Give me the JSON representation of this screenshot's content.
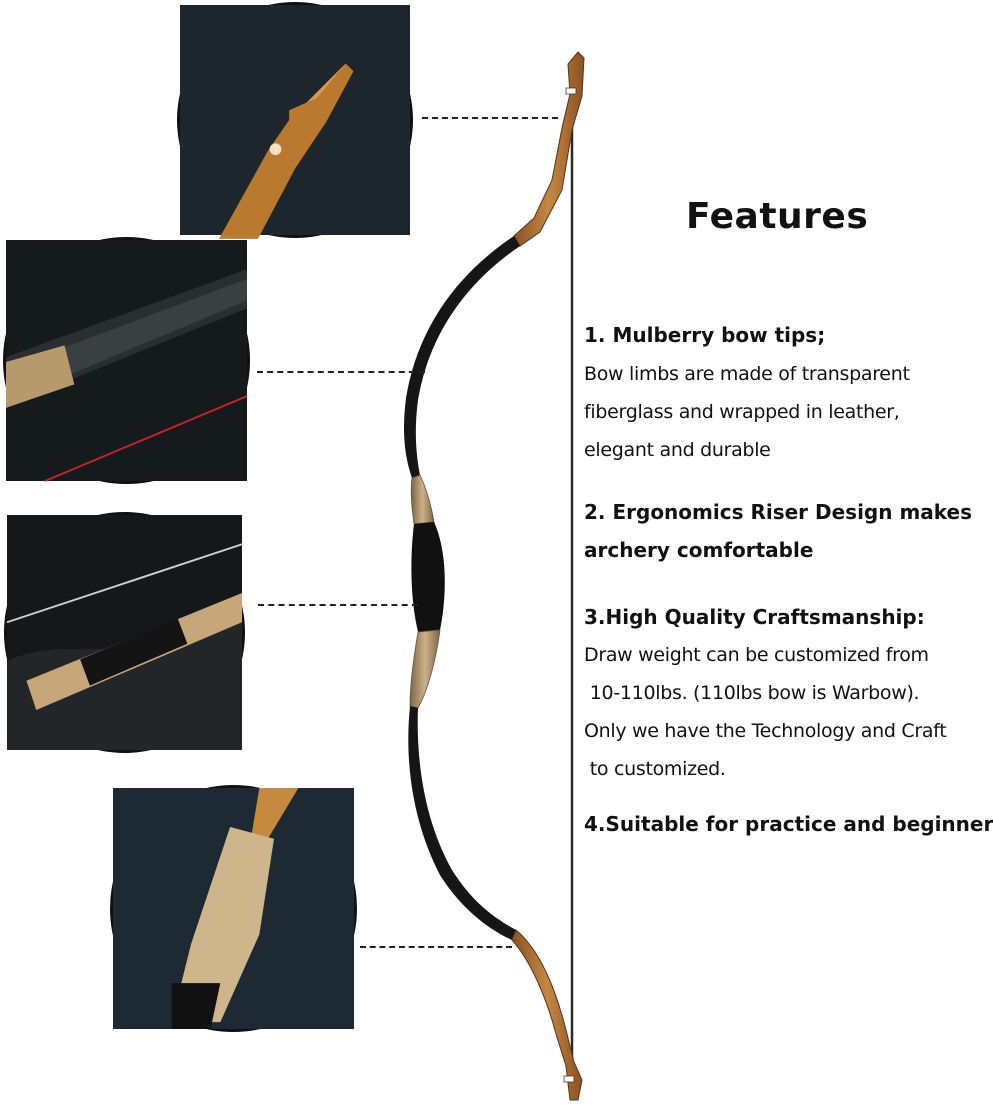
{
  "title": "Features",
  "features": [
    {
      "heading": "1. Mulberry bow tips;",
      "description": [
        "Bow limbs are made of transparent",
        "fiberglass and wrapped in leather,",
        "elegant and durable"
      ]
    },
    {
      "heading": [
        "2. Ergonomics Riser Design makes",
        "archery comfortable"
      ]
    },
    {
      "heading": "3.High Quality Craftsmanship:",
      "description": [
        "Draw weight can be customized from",
        " 10-110lbs. (110lbs bow is Warbow).",
        "Only we have the Technology and Craft",
        " to customized."
      ]
    },
    {
      "heading": "4.Suitable for practice and beginner"
    }
  ],
  "detail_images": [
    {
      "icon": "bow-tip-closeup-icon"
    },
    {
      "icon": "leather-limb-closeup-icon"
    },
    {
      "icon": "riser-grip-closeup-icon"
    },
    {
      "icon": "string-wrap-closeup-icon"
    }
  ],
  "colors": {
    "wood": "#b5773a",
    "wood_dark": "#7a4a1f",
    "leather": "#141414",
    "string": "#2a2a2a",
    "twine": "#c2a57a"
  }
}
